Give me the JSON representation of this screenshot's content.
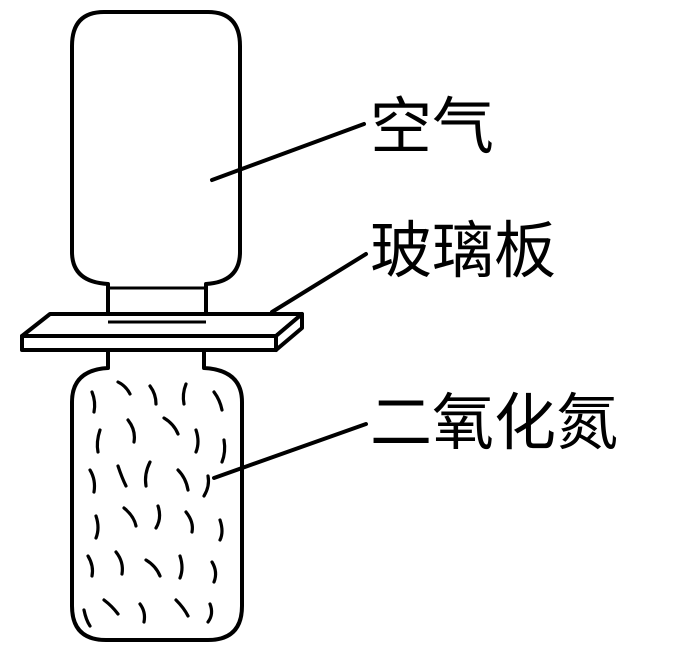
{
  "labels": {
    "air": "空气",
    "glass_plate": "玻璃板",
    "nitrogen_dioxide": "二氧化氮"
  },
  "colors": {
    "ink": "#000000",
    "paper": "#ffffff"
  }
}
